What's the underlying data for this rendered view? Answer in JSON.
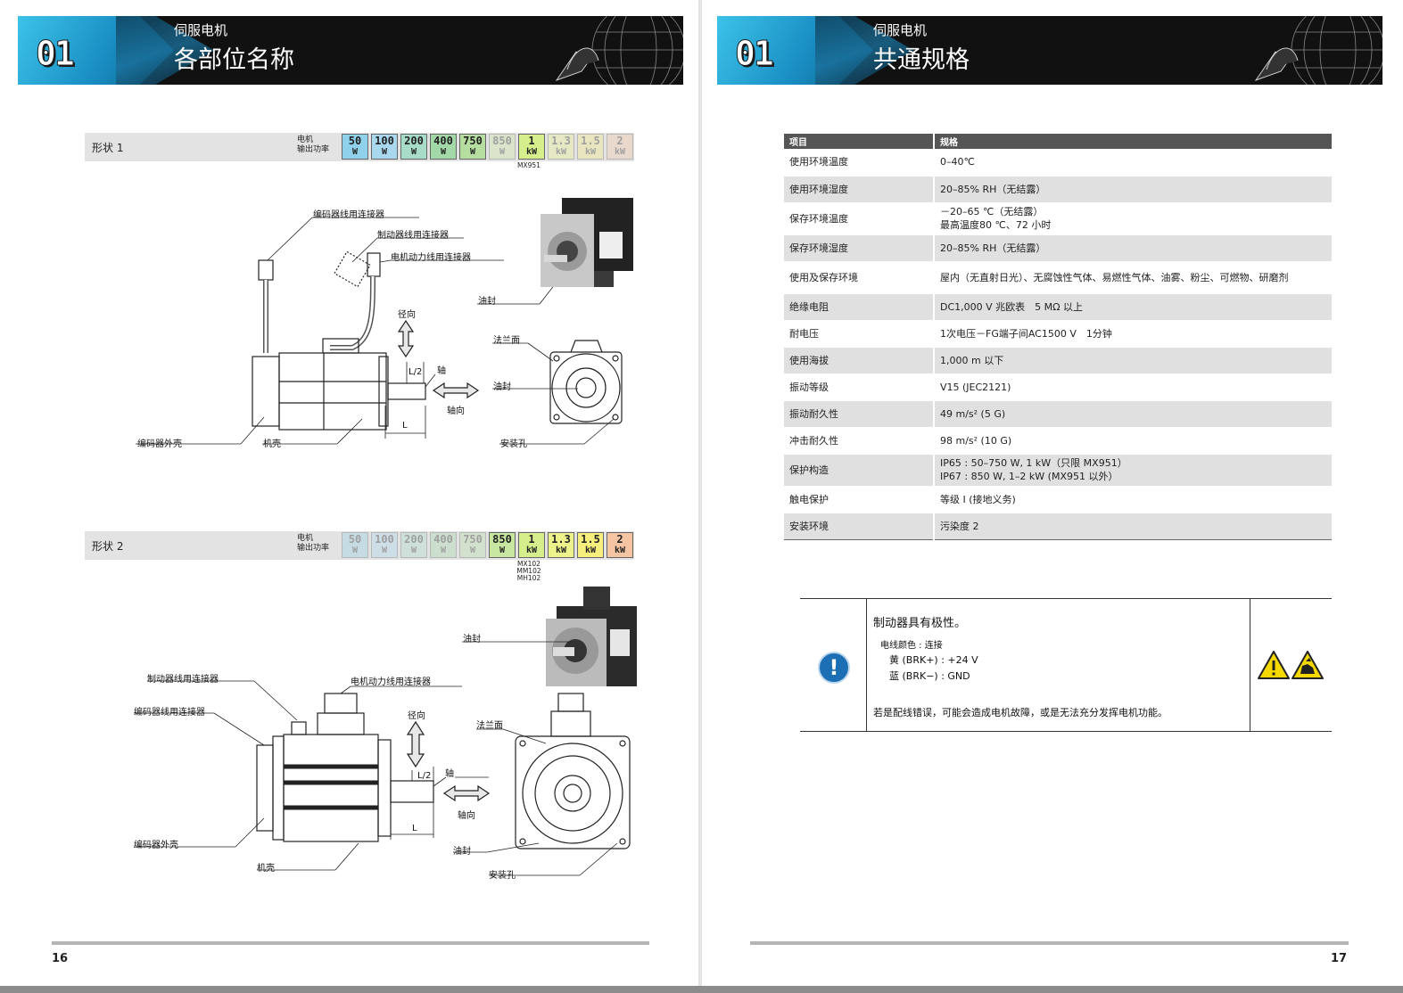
{
  "left_page": {
    "chapter_number": "01",
    "section_sub": "伺服电机",
    "section_title": "各部位名称",
    "page_number": "16",
    "power_label_line1": "电机",
    "power_label_line2": "输出功率",
    "power_boxes": [
      {
        "value": "50",
        "unit": "W",
        "color": "#8fd1ea"
      },
      {
        "value": "100",
        "unit": "W",
        "color": "#a9d7ee"
      },
      {
        "value": "200",
        "unit": "W",
        "color": "#a6dcc8"
      },
      {
        "value": "400",
        "unit": "W",
        "color": "#a3d9a8"
      },
      {
        "value": "750",
        "unit": "W",
        "color": "#b5dea0"
      },
      {
        "value": "850",
        "unit": "W",
        "color": "#c7e6a0"
      },
      {
        "value": "1",
        "unit": "kW",
        "color": "#d6ef8c"
      },
      {
        "value": "1.3",
        "unit": "kW",
        "color": "#eef28a"
      },
      {
        "value": "1.5",
        "unit": "kW",
        "color": "#f6ee7d"
      },
      {
        "value": "2",
        "unit": "kW",
        "color": "#f5c5a3"
      }
    ],
    "shape1": {
      "label": "形状 1",
      "active": [
        true,
        true,
        true,
        true,
        true,
        false,
        true,
        false,
        false,
        false
      ],
      "models": "MX951",
      "labels": {
        "encoder_connector": "编码器线用连接器",
        "brake_connector": "制动器线用连接器",
        "power_connector": "电机动力线用连接器",
        "oil_seal_top": "油封",
        "radial": "径向",
        "half_l": "L/2",
        "shaft": "轴",
        "axial": "轴向",
        "length": "L",
        "flange": "法兰面",
        "oil_seal_front": "油封",
        "encoder_case": "编码器外壳",
        "housing": "机壳",
        "mount_hole": "安装孔"
      }
    },
    "shape2": {
      "label": "形状 2",
      "active": [
        false,
        false,
        false,
        false,
        false,
        true,
        true,
        true,
        true,
        true
      ],
      "models": [
        "MX102",
        "MM102",
        "MH102"
      ],
      "labels": {
        "oil_seal_top": "油封",
        "brake_connector": "制动器线用连接器",
        "power_connector": "电机动力线用连接器",
        "encoder_connector": "编码器线用连接器",
        "radial": "径向",
        "half_l": "L/2",
        "shaft": "轴",
        "axial": "轴向",
        "flange": "法兰面",
        "length": "L",
        "encoder_case": "编码器外壳",
        "oil_seal_front": "油封",
        "housing": "机壳",
        "mount_hole": "安装孔"
      }
    }
  },
  "right_page": {
    "chapter_number": "01",
    "section_sub": "伺服电机",
    "section_title": "共通规格",
    "page_number": "17",
    "table": {
      "headers": [
        "项目",
        "规格"
      ],
      "rows": [
        {
          "item": "使用环境温度",
          "spec": "0–40℃"
        },
        {
          "item": "使用环境湿度",
          "spec": "20–85% RH（无结露）"
        },
        {
          "item": "保存环境温度",
          "spec": "－20–65 ℃（无结露）",
          "spec2": "最高温度80 ℃、72 小时"
        },
        {
          "item": "保存环境湿度",
          "spec": "20–85% RH（无结露）"
        },
        {
          "item": "使用及保存环境",
          "spec": "屋内（无直射日光）、无腐蚀性气体、易燃性气体、油雾、粉尘、可燃物、研磨剂"
        },
        {
          "item": "绝缘电阻",
          "spec": "DC1,000 V 兆欧表　5 MΩ 以上"
        },
        {
          "item": "耐电压",
          "spec": "1次电压－FG端子间AC1500 V　1分钟"
        },
        {
          "item": "使用海拔",
          "spec": "1,000 m 以下"
        },
        {
          "item": "振动等级",
          "spec": "V15 (JEC2121)"
        },
        {
          "item": "振动耐久性",
          "spec": "49 m/s² (5 G)"
        },
        {
          "item": "冲击耐久性",
          "spec": "98 m/s² (10 G)"
        },
        {
          "item": "保护构造",
          "spec": "IP65 : 50–750 W, 1 kW（只限 MX951）",
          "spec2": "IP67 : 850 W, 1–2 kW (MX951 以外）"
        },
        {
          "item": "触电保护",
          "spec": "等级 I (接地义务)"
        },
        {
          "item": "安装环境",
          "spec": "污染度  2"
        }
      ]
    },
    "notice": {
      "title": "制动器具有极性。",
      "line1": "电线颜色 : 连接",
      "line2": "黄 (BRK+) : +24 V",
      "line3": "蓝 (BRK−) : GND",
      "line4": "若是配线错误，可能会造成电机故障，或是无法充分发挥电机功能。"
    }
  },
  "colors": {
    "banner_dark": "#111111",
    "banner_accent": "#1a8fc4",
    "table_header": "#555555",
    "table_stripe": "#e0e0e0",
    "info_icon": "#1c6fb5",
    "warning_yellow": "#f5d800"
  }
}
